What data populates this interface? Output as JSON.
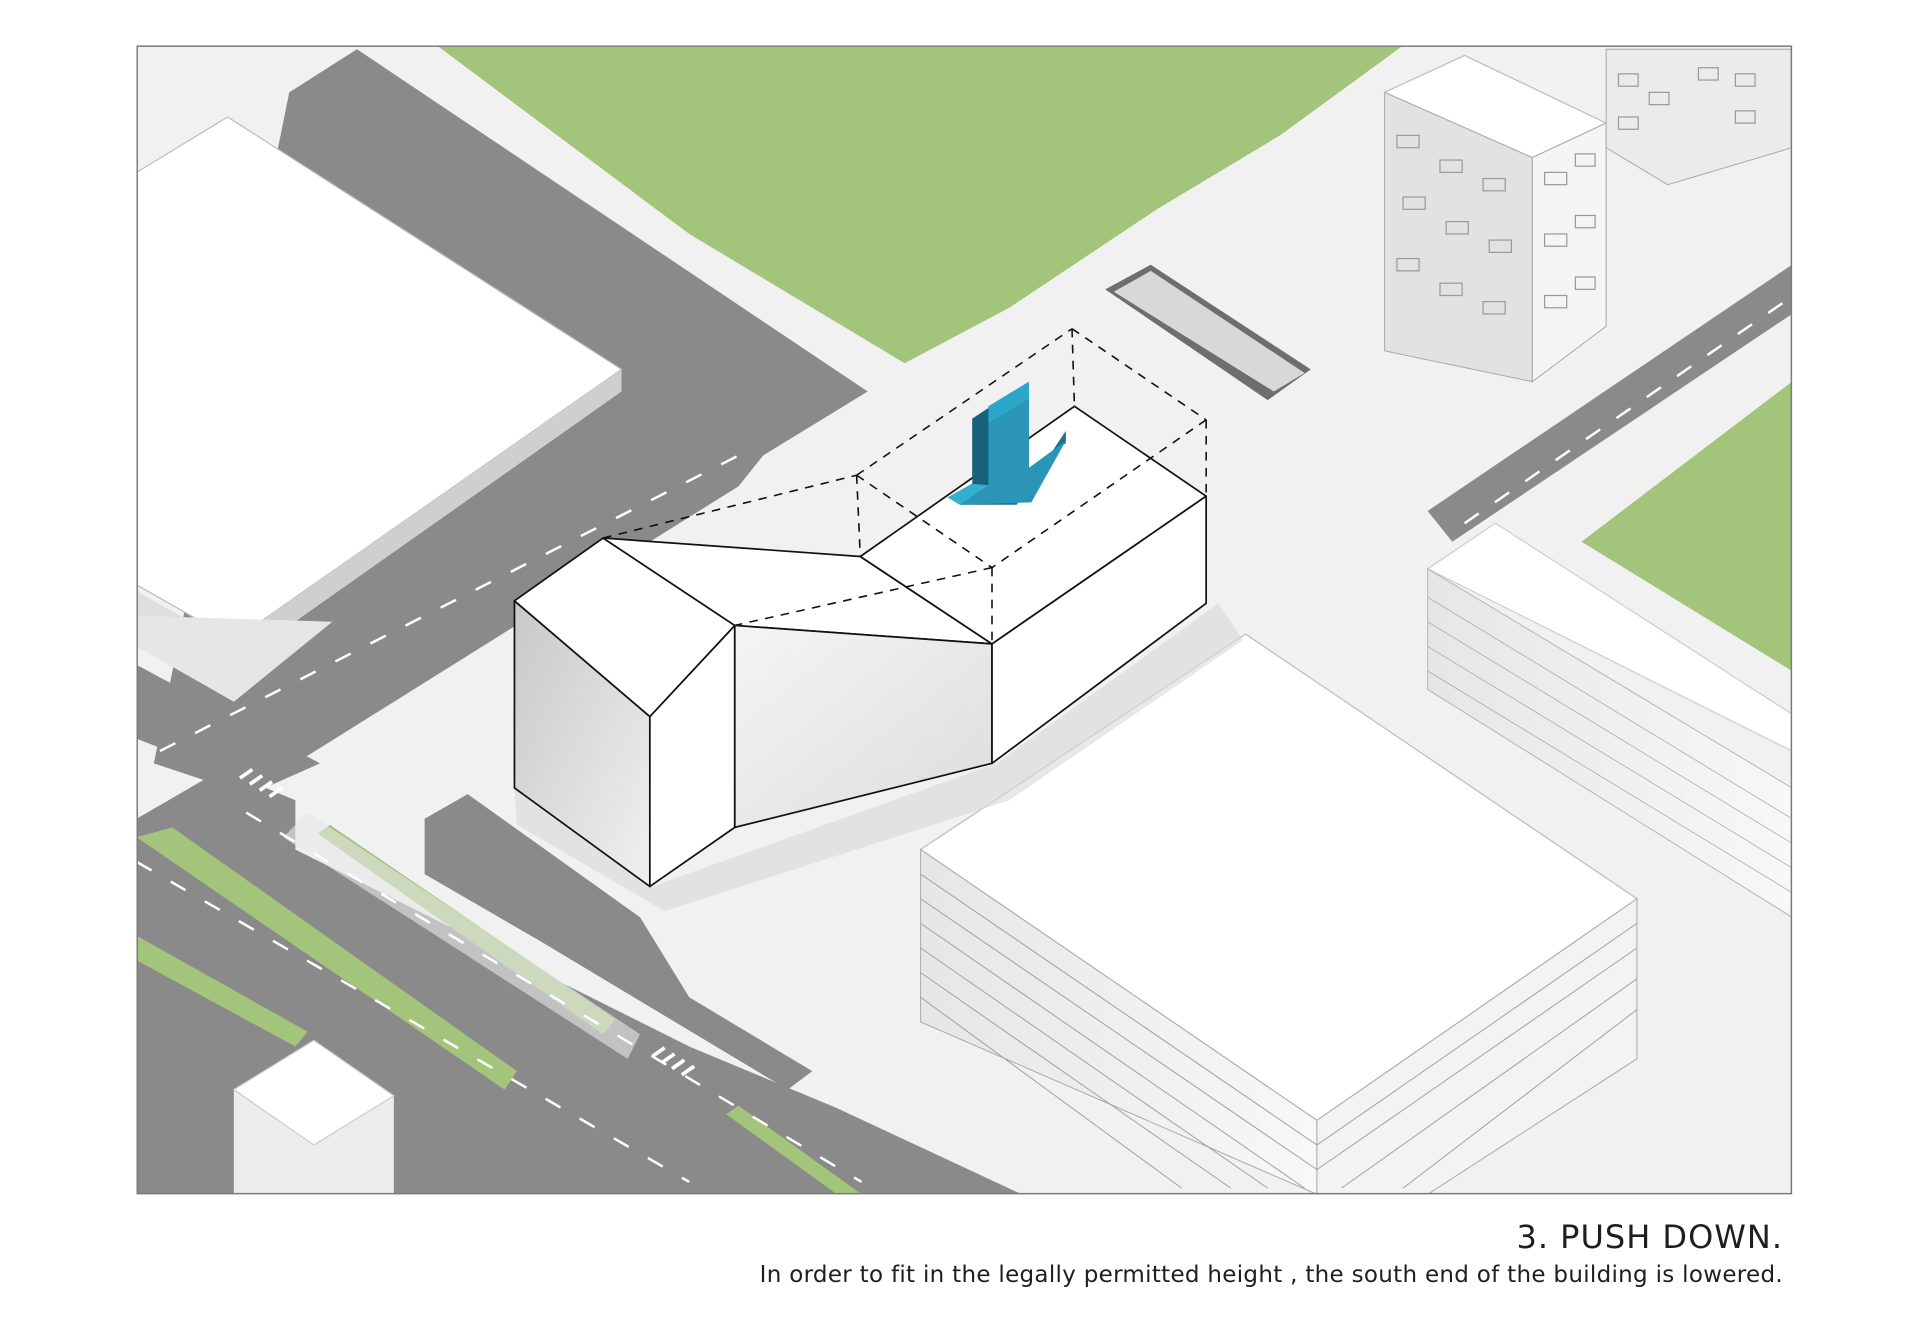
{
  "diagram": {
    "type": "isometric architectural massing diagram",
    "colors": {
      "frame": "#7a7a7a",
      "ground": "#f2f2f2",
      "road": "#8a8a8a",
      "road_marking": "#ffffff",
      "green": "#a3c47b",
      "building": "#ffffff",
      "building_shade": "#d9d9d9",
      "arrow": "#2b95b7",
      "arrow_dark": "#1d6f8b",
      "edge": "#111111"
    },
    "elements": {
      "main_building": "Massing volume with dashed outline of original height",
      "push_arrow": "Blue downward arrow indicating push down",
      "dashed_outline": "Original building envelope"
    }
  },
  "caption": {
    "title": "3. PUSH DOWN.",
    "body": "In order to fit in the legally permitted height , the south end of the building is lowered."
  }
}
